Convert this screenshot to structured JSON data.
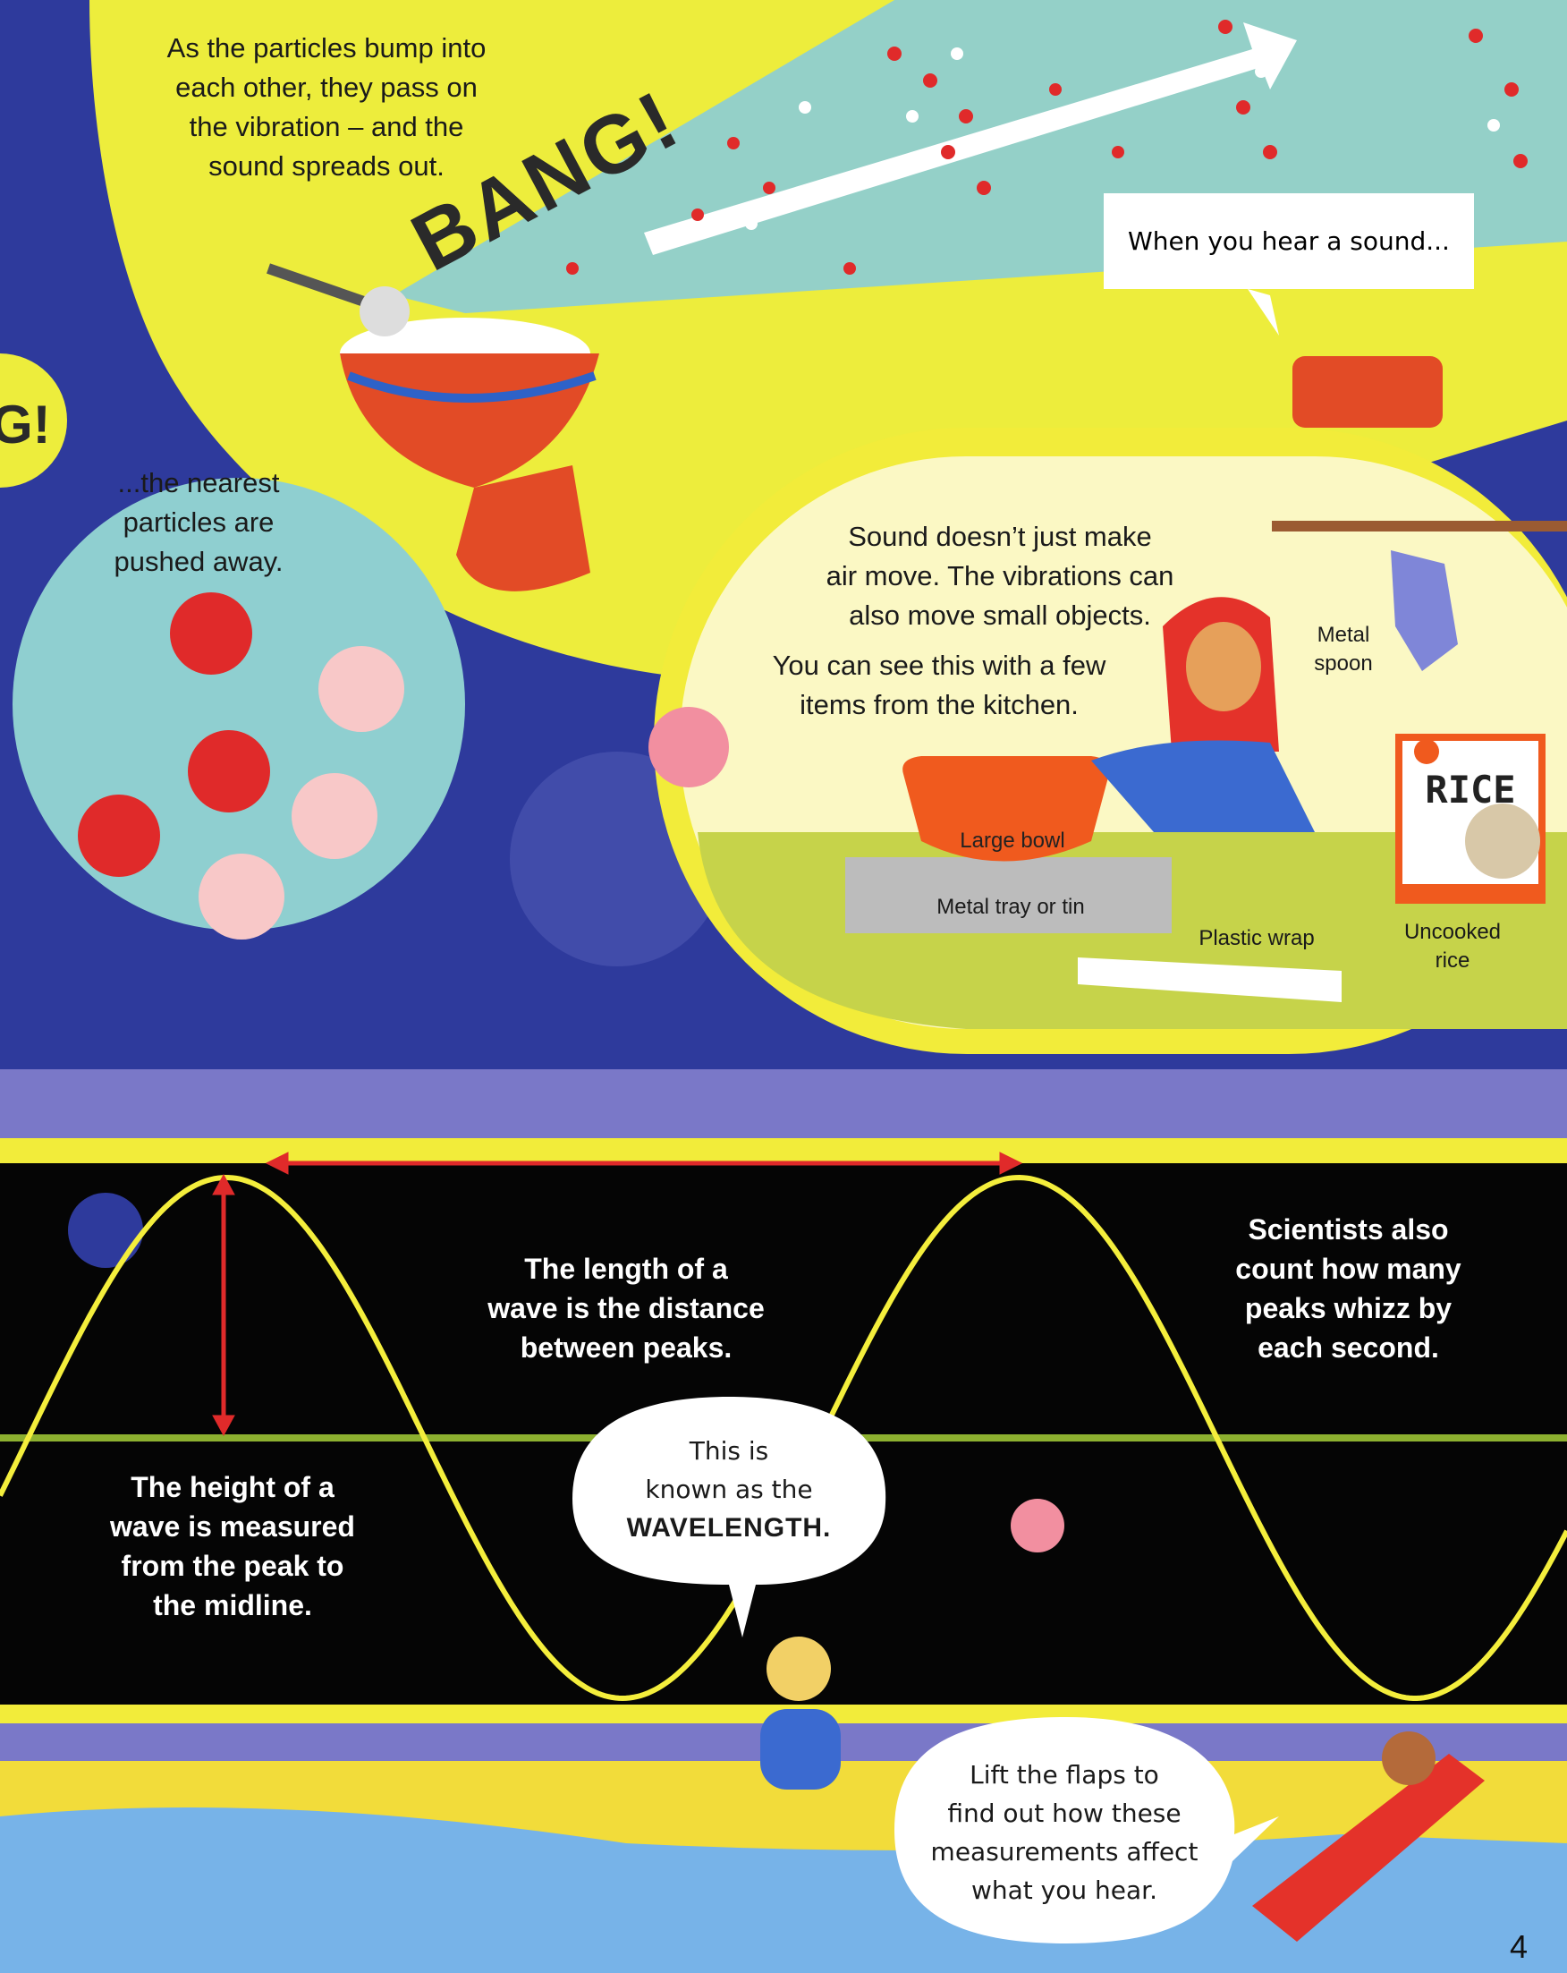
{
  "top": {
    "intro": "As the particles bump into\neach other, they pass on\nthe vibration – and the\nsound spreads out.",
    "bang": "BANG!",
    "bang_partial": "G!",
    "hear_bubble": "When you hear a sound...",
    "nearest": "...the nearest\nparticles are\npushed away."
  },
  "kitchen": {
    "text1": "Sound doesn’t just make\nair move. The vibrations can\nalso move small objects.",
    "text2": "You can see this with a few\nitems from the kitchen.",
    "labels": {
      "spoon": "Metal\nspoon",
      "bowl": "Large bowl",
      "tray": "Metal tray or tin",
      "wrap": "Plastic wrap",
      "rice": "Uncooked\nrice",
      "rice_bag": "RICE"
    }
  },
  "wave": {
    "length_text": "The length of a\nwave is the distance\nbetween peaks.",
    "scientists_text": "Scientists also\ncount how many\npeaks whizz by\neach second.",
    "height_text": "The height of a\nwave is measured\nfrom the peak to\nthe midline.",
    "bubble_text": "This is\nknown as the",
    "bubble_strong": "WAVELENGTH."
  },
  "bottom": {
    "flaps_bubble": "Lift the flaps to\nfind out how these\nmeasurements affect\nwhat you hear.",
    "page_number": "4"
  },
  "colors": {
    "navy": "#2e3a9c",
    "yellow": "#f2ec3a",
    "teal": "#8fcfd0",
    "red": "#e02a2a",
    "wave": "#f4ee3c"
  }
}
